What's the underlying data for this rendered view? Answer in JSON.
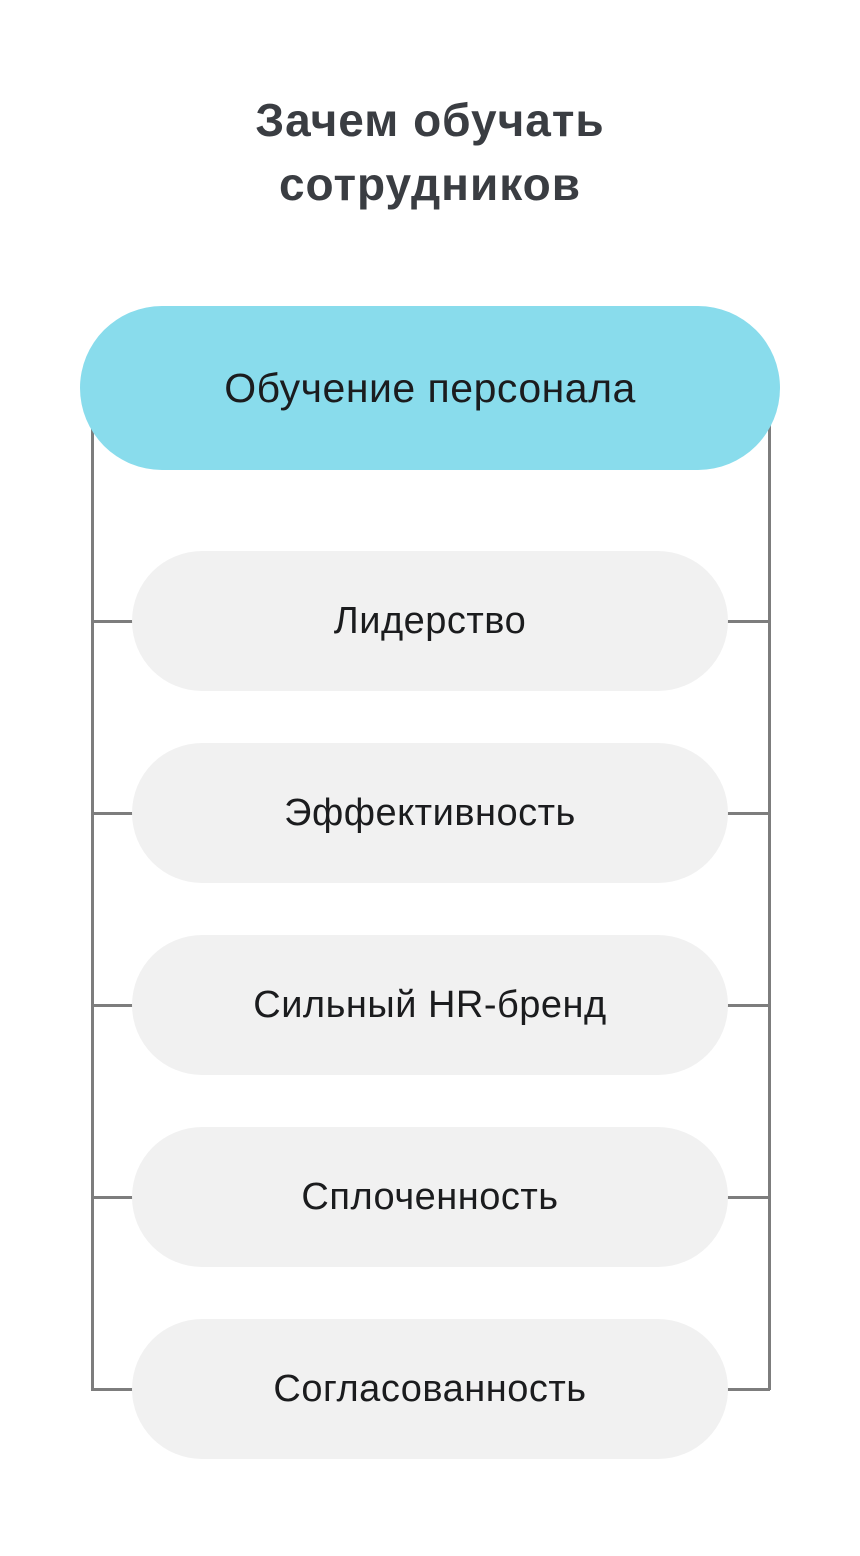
{
  "title": {
    "line1": "Зачем обучать",
    "line2": "сотрудников"
  },
  "root_node": {
    "label": "Обучение персонала"
  },
  "nodes": [
    {
      "label": "Лидерство"
    },
    {
      "label": "Эффективность"
    },
    {
      "label": "Сильный HR-бренд"
    },
    {
      "label": "Сплоченность"
    },
    {
      "label": "Согласованность"
    }
  ],
  "colors": {
    "accent": "#89dcec",
    "node_bg": "#f1f1f1",
    "connector": "#7d7d7d",
    "title_text": "#3a3d42",
    "node_text": "#1b1c1e",
    "background": "#ffffff"
  }
}
